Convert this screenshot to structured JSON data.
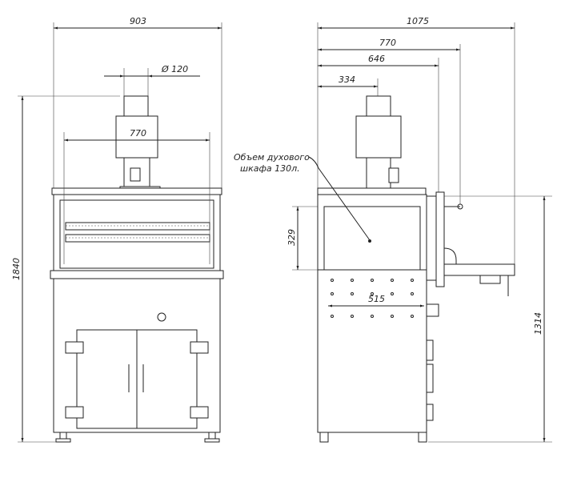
{
  "front_view": {
    "dim_width": "903",
    "dim_chimney_diameter": "Ø 120",
    "dim_inner_width": "770",
    "dim_height": "1840"
  },
  "side_view": {
    "dim_depth_total": "1075",
    "dim_depth_770": "770",
    "dim_depth_646": "646",
    "dim_depth_334": "334",
    "dim_oven_height": "329",
    "dim_oven_depth": "515",
    "dim_counter_height": "1314",
    "oven_volume_line1": "Объем духового",
    "oven_volume_line2": "шкафа 130л."
  }
}
